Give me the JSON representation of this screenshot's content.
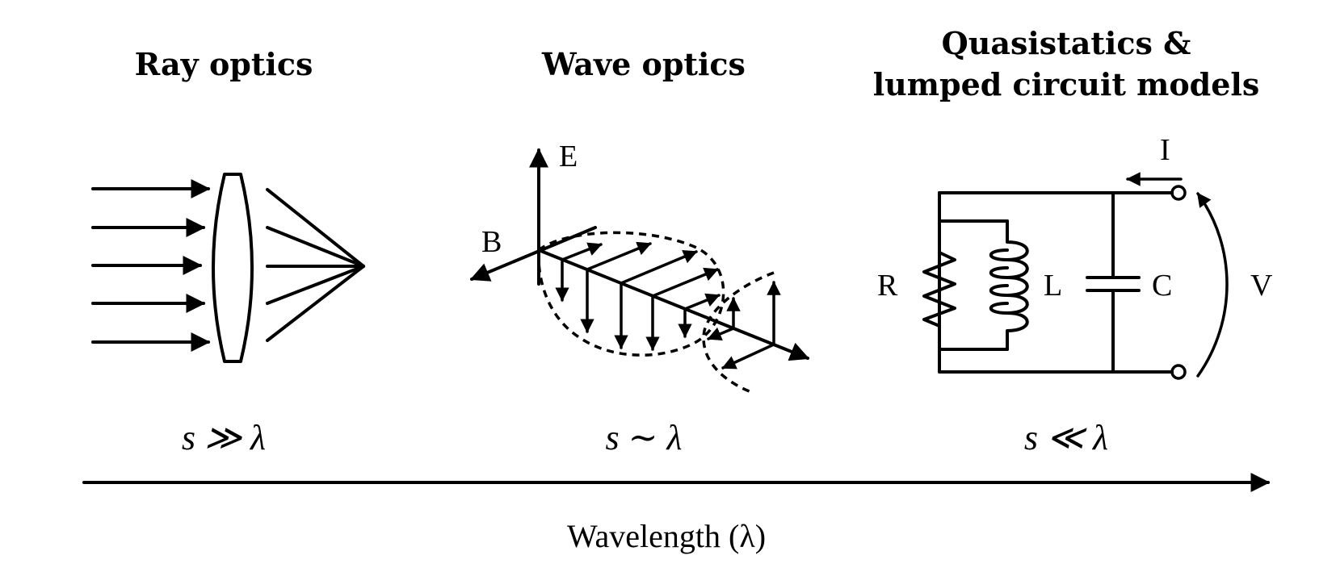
{
  "panels": {
    "ray": {
      "title": "Ray optics",
      "condition": "s ≫ λ"
    },
    "wave": {
      "title": "Wave optics",
      "condition": "s ∼ λ",
      "labels": {
        "e": "E",
        "b": "B"
      }
    },
    "quasi": {
      "title_line1": "Quasistatics &",
      "title_line2": "lumped circuit models",
      "condition": "s ≪ λ",
      "labels": {
        "i": "I",
        "r": "R",
        "l": "L",
        "c": "C",
        "v": "V"
      }
    }
  },
  "axis": {
    "label": "Wavelength (λ)"
  },
  "colors": {
    "ink": "#000000",
    "background": "#ffffff"
  }
}
